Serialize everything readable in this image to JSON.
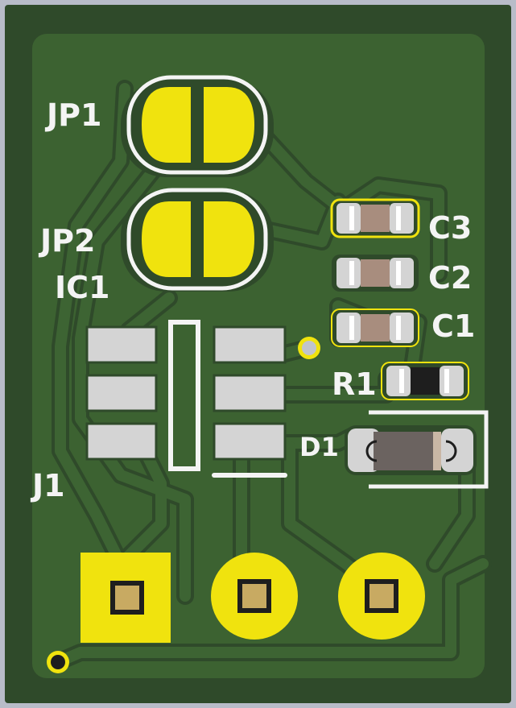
{
  "board": {
    "colors": {
      "background": "#b8bcc8",
      "substrate": "#2f4a2a",
      "copper_fill": "#3c6231",
      "trace": "#3d6433",
      "pad": "#f0e30e",
      "smd_pad": "#d4d4d4",
      "silkscreen": "#f4f4f4",
      "drill_core": "#c8aa62"
    },
    "labels": {
      "jp1": "JP1",
      "jp2": "JP2",
      "ic1": "IC1",
      "c3": "C3",
      "c2": "C2",
      "c1": "C1",
      "r1": "R1",
      "d1": "D1",
      "j1": "J1"
    },
    "components": [
      {
        "ref": "JP1",
        "kind": "solder-jumper",
        "pads": 2
      },
      {
        "ref": "JP2",
        "kind": "solder-jumper",
        "pads": 2
      },
      {
        "ref": "IC1",
        "kind": "soic",
        "pins": 6
      },
      {
        "ref": "C3",
        "kind": "capacitor"
      },
      {
        "ref": "C2",
        "kind": "capacitor"
      },
      {
        "ref": "C1",
        "kind": "capacitor"
      },
      {
        "ref": "R1",
        "kind": "resistor"
      },
      {
        "ref": "D1",
        "kind": "diode"
      },
      {
        "ref": "J1",
        "kind": "connector",
        "pins": 3
      }
    ]
  }
}
